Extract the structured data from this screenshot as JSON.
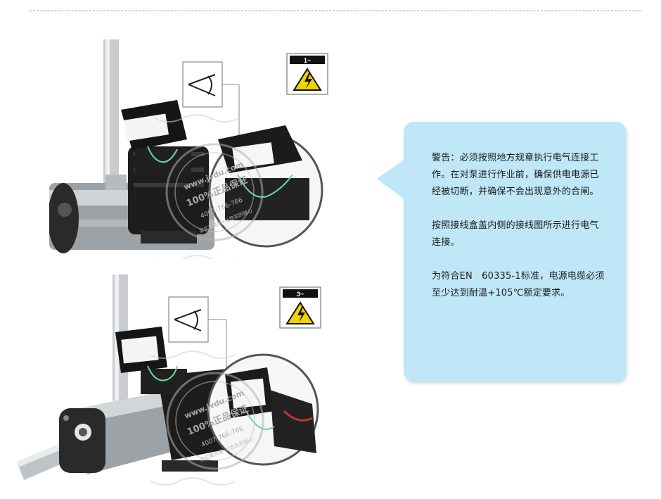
{
  "panel1": {
    "label": "1~",
    "watermark_url": "www.jvdu.com",
    "watermark_sub": "100%正品保证",
    "watermark_phone": "4007-766-766",
    "watermark_tag": "买实惠商城•让您买的放心"
  },
  "panel2": {
    "label": "3~",
    "watermark_url": "www.jvdu.com",
    "watermark_sub": "100%正品保证",
    "watermark_phone": "4007-766-766",
    "watermark_tag": "买实惠商城•让您买的放心"
  },
  "callout": {
    "paragraph1": "警告：必须按照地方规章执行电气连接工作。在对泵进行作业前，确保供电电源已经被切断，并确保不会出现意外的合闸。",
    "paragraph2": "按照接线盒盖内侧的接线图所示进行电气连接。",
    "paragraph3": "为符合EN　60335-1标准，电源电缆必须至少达到耐温+105℃额定要求。"
  },
  "colors": {
    "callout_bg": "#bfe7f8",
    "warning_yellow": "#f2d200",
    "label_bg": "#111111"
  }
}
